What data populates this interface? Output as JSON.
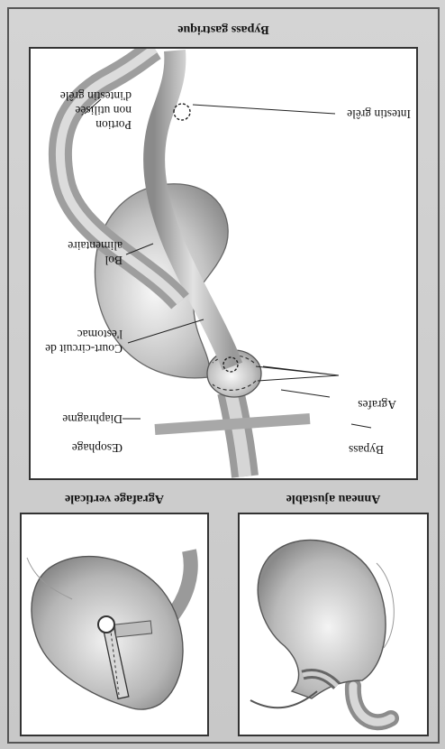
{
  "panels": {
    "left_title": "Anneau ajustable",
    "right_title": "Agrafage verticale",
    "main_title": "Bypass gastrique"
  },
  "labels": {
    "oesophage": "Œsophage",
    "bypass": "Bypass",
    "diaphragme": "Diaphragme",
    "agrafes": "Agrafes",
    "court_circuit_1": "Court-circuit de",
    "court_circuit_2": "l'estomac",
    "bol_1": "Bol",
    "bol_2": "alimentaire",
    "portion_1": "Portion",
    "portion_2": "non utilisée",
    "portion_3": "d'intestin grêle",
    "intestin": "Intestin grêle"
  }
}
